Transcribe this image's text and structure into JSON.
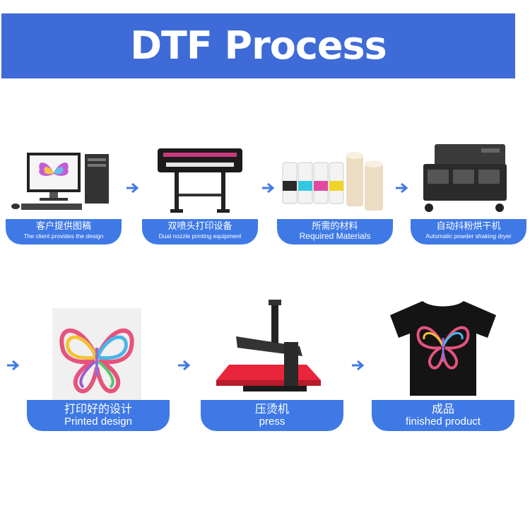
{
  "header": {
    "title": "DTF Process"
  },
  "steps": [
    {
      "cn": "客户提供图稿",
      "en": "The client provides the design"
    },
    {
      "cn": "双喷头打印设备",
      "en": "Dual nozzle printing equipment"
    },
    {
      "cn": "所需的材料",
      "en": "Required Materials"
    },
    {
      "cn": "自动抖粉烘干机",
      "en": "Automatic powder shaking dryer"
    },
    {
      "cn": "打印好的设计",
      "en": "Printed design"
    },
    {
      "cn": "压烫机",
      "en": "press"
    },
    {
      "cn": "成品",
      "en": "finished product"
    }
  ],
  "colors": {
    "banner": "#3f6bd8",
    "caption": "#3f79e6",
    "arrow": "#3f79e6"
  }
}
